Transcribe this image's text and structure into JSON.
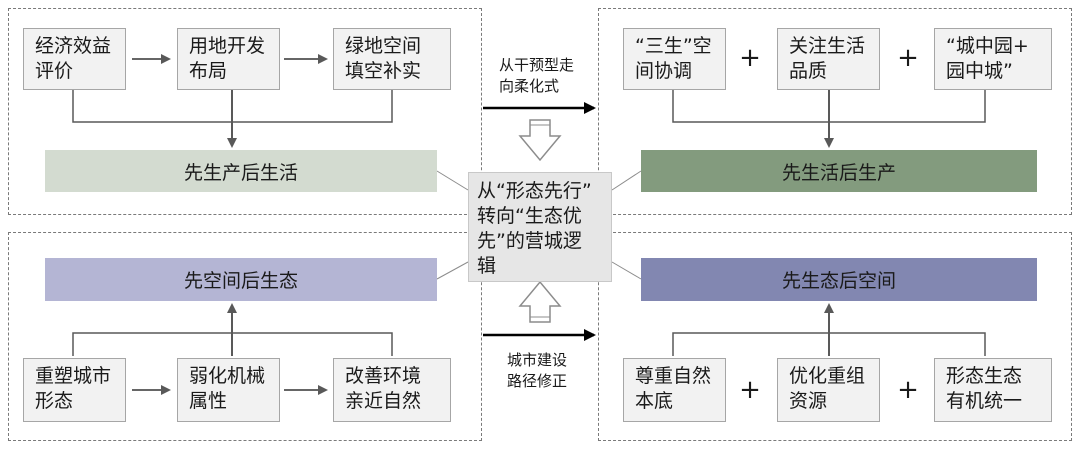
{
  "top_left": {
    "boxes": [
      "经济效益\n评价",
      "用地开发\n布局",
      "绿地空间\n填空补实"
    ],
    "bar": "先生产后生活"
  },
  "top_right": {
    "boxes": [
      "“三生”空\n间协调",
      "关注生活\n品质",
      "“城中园+\n园中城”"
    ],
    "bar": "先生活后生产"
  },
  "bottom_left": {
    "bar": "先空间后生态",
    "boxes": [
      "重塑城市\n形态",
      "弱化机械\n属性",
      "改善环境\n亲近自然"
    ]
  },
  "bottom_right": {
    "bar": "先生态后空间",
    "boxes": [
      "尊重自然\n本底",
      "优化重组\n资源",
      "形态生态\n有机统一"
    ]
  },
  "plus_sign": "+",
  "center_text": "从“形态先行”\n转向“生态优\n先”的营城逻\n辑",
  "top_arrow_label": "从干预型走\n向柔化式",
  "bottom_arrow_label": "城市建设\n路径修正",
  "colors": {
    "box_bg": "#f2f2f2",
    "bar_production_first": "#d3dbd0",
    "bar_life_first": "#839b7e",
    "bar_space_first": "#b4b5d4",
    "bar_ecology_first": "#8287b1",
    "center_bg": "#e6e6e6"
  }
}
